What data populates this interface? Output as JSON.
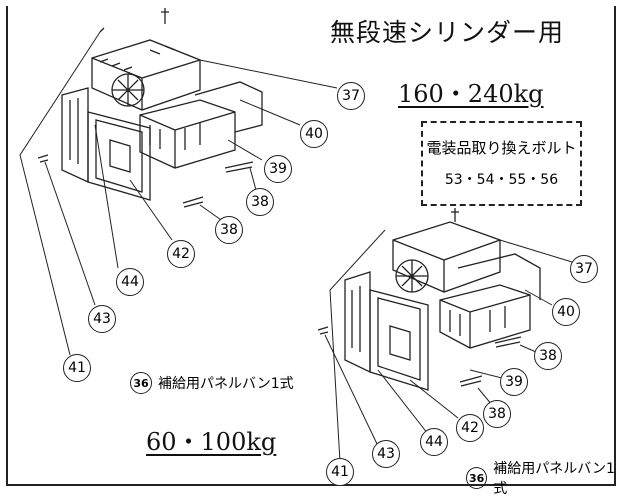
{
  "title": "無段速シリンダー用",
  "weight_upper": "160・240kg",
  "weight_lower": "60・100kg",
  "note": {
    "line1": "電装品取り換えボルト",
    "line2": "53・54・55・56"
  },
  "kit_label": {
    "number": "36",
    "text": "補給用パネルバン1式"
  },
  "callouts": [
    "37",
    "40",
    "39",
    "38",
    "38",
    "42",
    "44",
    "43",
    "41"
  ]
}
